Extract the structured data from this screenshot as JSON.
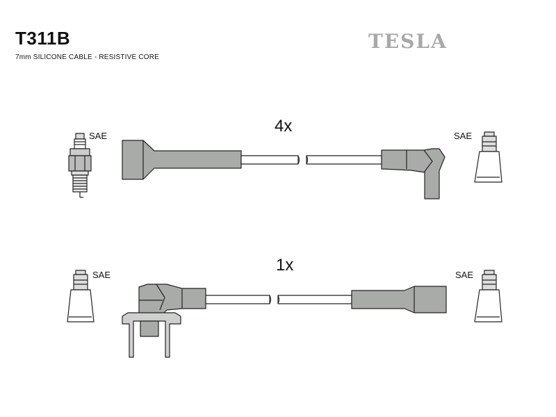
{
  "header": {
    "part_number": "T311B",
    "subtitle": "7mm SILICONE CABLE - RESISTIVE CORE",
    "brand": "TESLA"
  },
  "lead_set": [
    {
      "quantity": "4x",
      "left_connector": {
        "label": "SAE",
        "icon": "spark-plug-icon"
      },
      "right_connector": {
        "label": "SAE",
        "icon": "sae-terminal-icon"
      }
    },
    {
      "quantity": "1x",
      "left_connector": {
        "label": "SAE",
        "icon": "sae-terminal-icon"
      },
      "right_connector": {
        "label": "SAE",
        "icon": "sae-terminal-icon"
      }
    }
  ],
  "colors": {
    "boot": "#a9aba9",
    "outline": "#222222",
    "brand": "#a8a8a8"
  }
}
